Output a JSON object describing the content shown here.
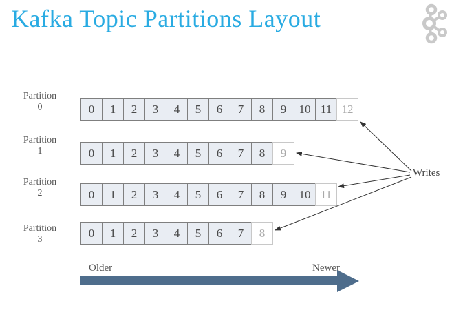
{
  "title": "Kafka Topic Partitions Layout",
  "logo": {
    "name": "kafka-logo"
  },
  "partitions": [
    {
      "name": "Partition",
      "number": "0",
      "offsets": [
        "0",
        "1",
        "2",
        "3",
        "4",
        "5",
        "6",
        "7",
        "8",
        "9",
        "10",
        "11"
      ],
      "next_offset": "12"
    },
    {
      "name": "Partition",
      "number": "1",
      "offsets": [
        "0",
        "1",
        "2",
        "3",
        "4",
        "5",
        "6",
        "7",
        "8"
      ],
      "next_offset": "9"
    },
    {
      "name": "Partition",
      "number": "2",
      "offsets": [
        "0",
        "1",
        "2",
        "3",
        "4",
        "5",
        "6",
        "7",
        "8",
        "9",
        "10"
      ],
      "next_offset": "11"
    },
    {
      "name": "Partition",
      "number": "3",
      "offsets": [
        "0",
        "1",
        "2",
        "3",
        "4",
        "5",
        "6",
        "7"
      ],
      "next_offset": "8"
    }
  ],
  "writes_label": "Writes",
  "timeline": {
    "older_label": "Older",
    "newer_label": "Newer"
  },
  "colors": {
    "title": "#29abe2",
    "cell_fill": "#e9edf3",
    "cell_border": "#7f7f7f",
    "cell_text": "#4a4a4a",
    "next_cell_fill": "#ffffff",
    "next_cell_border": "#c8c8c8",
    "next_cell_text": "#a9a9a9",
    "timeline_arrow": "#4e6d8c",
    "thin_arrow": "#333333",
    "label_text": "#555555",
    "divider": "#dcdcdc",
    "logo": "#c9c9c9"
  }
}
